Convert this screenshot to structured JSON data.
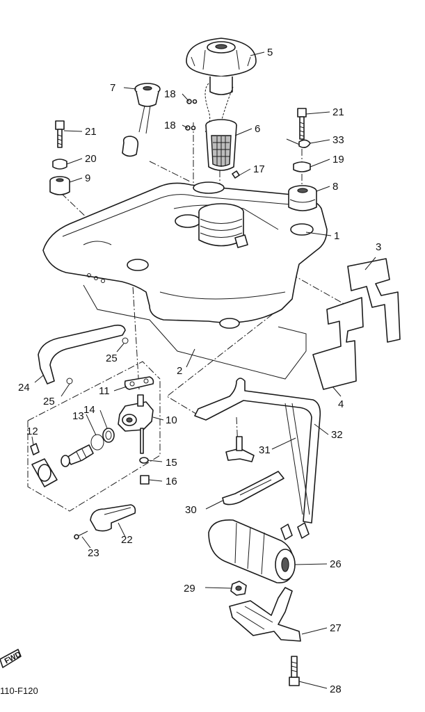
{
  "diagram": {
    "code": "110-F120",
    "fwd_label": "FWD",
    "callouts": [
      {
        "id": "c1",
        "label": "1"
      },
      {
        "id": "c2",
        "label": "2"
      },
      {
        "id": "c3",
        "label": "3"
      },
      {
        "id": "c4",
        "label": "4"
      },
      {
        "id": "c5",
        "label": "5"
      },
      {
        "id": "c6",
        "label": "6"
      },
      {
        "id": "c7",
        "label": "7"
      },
      {
        "id": "c8",
        "label": "8"
      },
      {
        "id": "c9",
        "label": "9"
      },
      {
        "id": "c10",
        "label": "10"
      },
      {
        "id": "c11",
        "label": "11"
      },
      {
        "id": "c12",
        "label": "12"
      },
      {
        "id": "c13",
        "label": "13"
      },
      {
        "id": "c14",
        "label": "14"
      },
      {
        "id": "c15",
        "label": "15"
      },
      {
        "id": "c16",
        "label": "16"
      },
      {
        "id": "c17",
        "label": "17"
      },
      {
        "id": "c18a",
        "label": "18"
      },
      {
        "id": "c18b",
        "label": "18"
      },
      {
        "id": "c19",
        "label": "19"
      },
      {
        "id": "c20",
        "label": "20"
      },
      {
        "id": "c21a",
        "label": "21"
      },
      {
        "id": "c21b",
        "label": "21"
      },
      {
        "id": "c22",
        "label": "22"
      },
      {
        "id": "c23",
        "label": "23"
      },
      {
        "id": "c24",
        "label": "24"
      },
      {
        "id": "c25a",
        "label": "25"
      },
      {
        "id": "c25b",
        "label": "25"
      },
      {
        "id": "c26",
        "label": "26"
      },
      {
        "id": "c27",
        "label": "27"
      },
      {
        "id": "c28",
        "label": "28"
      },
      {
        "id": "c29",
        "label": "29"
      },
      {
        "id": "c30",
        "label": "30"
      },
      {
        "id": "c31",
        "label": "31"
      },
      {
        "id": "c32",
        "label": "32"
      },
      {
        "id": "c33",
        "label": "33"
      }
    ]
  }
}
